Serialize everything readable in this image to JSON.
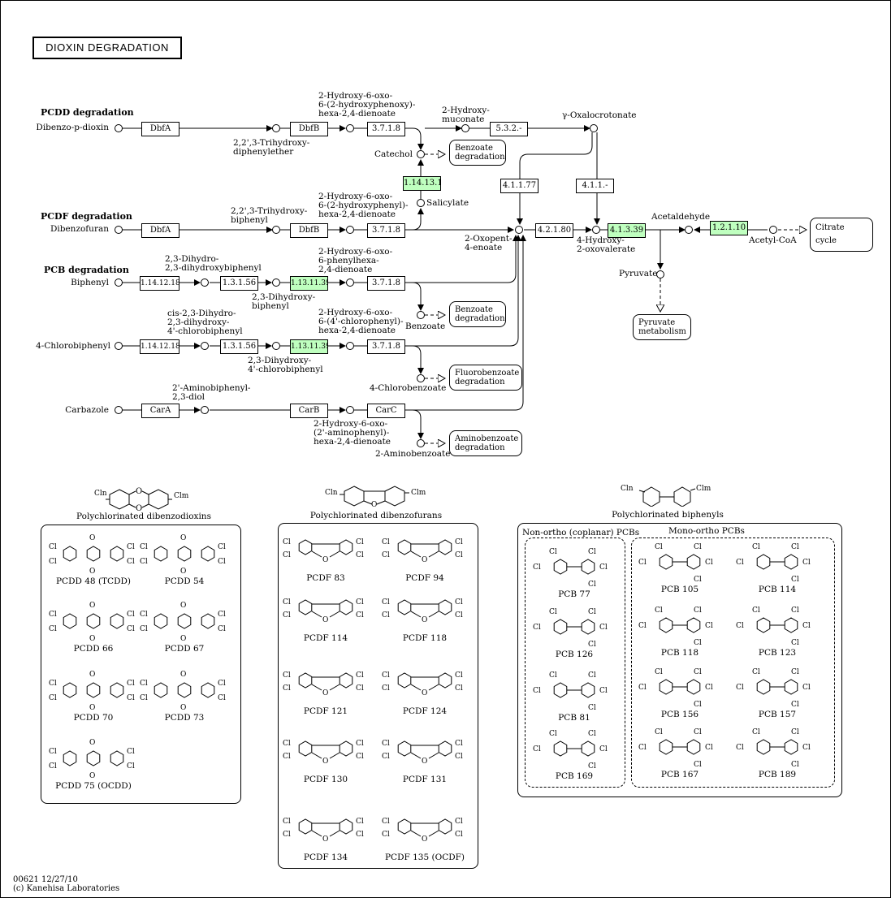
{
  "title": "DIOXIN DEGRADATION",
  "sections": {
    "pcdd": "PCDD degradation",
    "pcdf": "PCDF degradation",
    "pcb": "PCB degradation"
  },
  "compounds": {
    "dibenzo_p_dioxin": "Dibenzo-p-dioxin",
    "dibenzofuran": "Dibenzofuran",
    "biphenyl": "Biphenyl",
    "chlorobiphenyl": "4-Chlorobiphenyl",
    "carbazole": "Carbazole",
    "trihydroxy_diphenylether": "2,2',3-Trihydroxy-\ndiphenylether",
    "trihydroxy_biphenyl": "2,2',3-Trihydroxy-\nbiphenyl",
    "hydroxy_hydroxyphenoxy": "2-Hydroxy-6-oxo-\n6-(2-hydroxyphenoxy)-\nhexa-2,4-dienoate",
    "hydroxy_hydroxyphenyl": "2-Hydroxy-6-oxo-\n6-(2-hydroxyphenyl)-\nhexa-2,4-dienoate",
    "hydroxy_muconate": "2-Hydroxy-\nmuconate",
    "oxalocrotonate": "γ-Oxalocrotonate",
    "catechol": "Catechol",
    "salicylate": "Salicylate",
    "dihydro_dihydroxybiphenyl": "2,3-Dihydro-\n2,3-dihydroxybiphenyl",
    "dihydroxybiphenyl": "2,3-Dihydroxy-\nbiphenyl",
    "hydroxy_phenylhexa": "2-Hydroxy-6-oxo-\n6-phenylhexa-\n2,4-dienoate",
    "benzoate": "Benzoate",
    "cis_dihydro_chloro": "cis-2,3-Dihydro-\n2,3-dihydroxy-\n4'-chlorobiphenyl",
    "dihydroxy_chlorobiphenyl": "2,3-Dihydroxy-\n4'-chlorobiphenyl",
    "hydroxy_chlorophenyl": "2-Hydroxy-6-oxo-\n6-(4'-chlorophenyl)-\nhexa-2,4-dienoate",
    "chlorobenzoate": "4-Chlorobenzoate",
    "aminobiphenyl_diol": "2'-Aminobiphenyl-\n2,3-diol",
    "hydroxy_aminophenyl": "2-Hydroxy-6-oxo-\n(2'-aminophenyl)-\nhexa-2,4-dienoate",
    "aminobenzoate": "2-Aminobenzoate",
    "oxopent_enoate": "2-Oxopent-\n4-enoate",
    "hydroxy_oxovalerate": "4-Hydroxy-\n2-oxovalerate",
    "acetaldehyde": "Acetaldehyde",
    "acetyl_coa": "Acetyl-CoA",
    "pyruvate": "Pyruvate"
  },
  "enzymes": {
    "dbfa": "DbfA",
    "dbfb": "DbfB",
    "e3718": "3.7.1.8",
    "e5320": "5.3.2.-",
    "e1141311": "1.14.13.1",
    "e41177": "4.1.1.77",
    "e411": "4.1.1.-",
    "e42180": "4.2.1.80",
    "e41339": "4.1.3.39",
    "e12110": "1.2.1.10",
    "e1141218": "1.14.12.18",
    "e13156": "1.3.1.56",
    "e1131139": "1.13.11.39",
    "cara": "CarA",
    "carb": "CarB",
    "carc": "CarC"
  },
  "maps": {
    "benzoate_deg": "Benzoate\ndegradation",
    "fluorobenzoate_deg": "Fluorobenzoate\ndegradation",
    "aminobenzoate_deg": "Aminobenzoate\ndegradation",
    "citrate_cycle": "Citrate cycle",
    "pyruvate_met": "Pyruvate\nmetabolism"
  },
  "panels": {
    "pcdd": {
      "title": "Polychlorinated dibenzodioxins",
      "items": [
        "PCDD 48 (TCDD)",
        "PCDD 54",
        "PCDD 66",
        "PCDD 67",
        "PCDD 70",
        "PCDD 73",
        "PCDD 75 (OCDD)"
      ]
    },
    "pcdf": {
      "title": "Polychlorinated dibenzofurans",
      "items": [
        "PCDF 83",
        "PCDF 94",
        "PCDF 114",
        "PCDF 118",
        "PCDF 121",
        "PCDF 124",
        "PCDF 130",
        "PCDF 131",
        "PCDF 134",
        "PCDF 135 (OCDF)"
      ]
    },
    "pcb": {
      "title": "Polychlorinated biphenyls",
      "nonortho_title": "Non-ortho (coplanar) PCBs",
      "monoortho_title": "Mono-ortho PCBs",
      "nonortho": [
        "PCB 77",
        "PCB 126",
        "PCB 81",
        "PCB 169"
      ],
      "monoortho": [
        "PCB 105",
        "PCB 114",
        "PCB 118",
        "PCB 123",
        "PCB 156",
        "PCB 157",
        "PCB 167",
        "PCB 189"
      ]
    },
    "cl_symbol": "Cl",
    "cln_symbol": "Cln",
    "clm_symbol": "Clm"
  },
  "colors": {
    "highlight": "#bfffbf",
    "line": "#000000"
  },
  "footer": "00621 12/27/10\n(c) Kanehisa Laboratories"
}
